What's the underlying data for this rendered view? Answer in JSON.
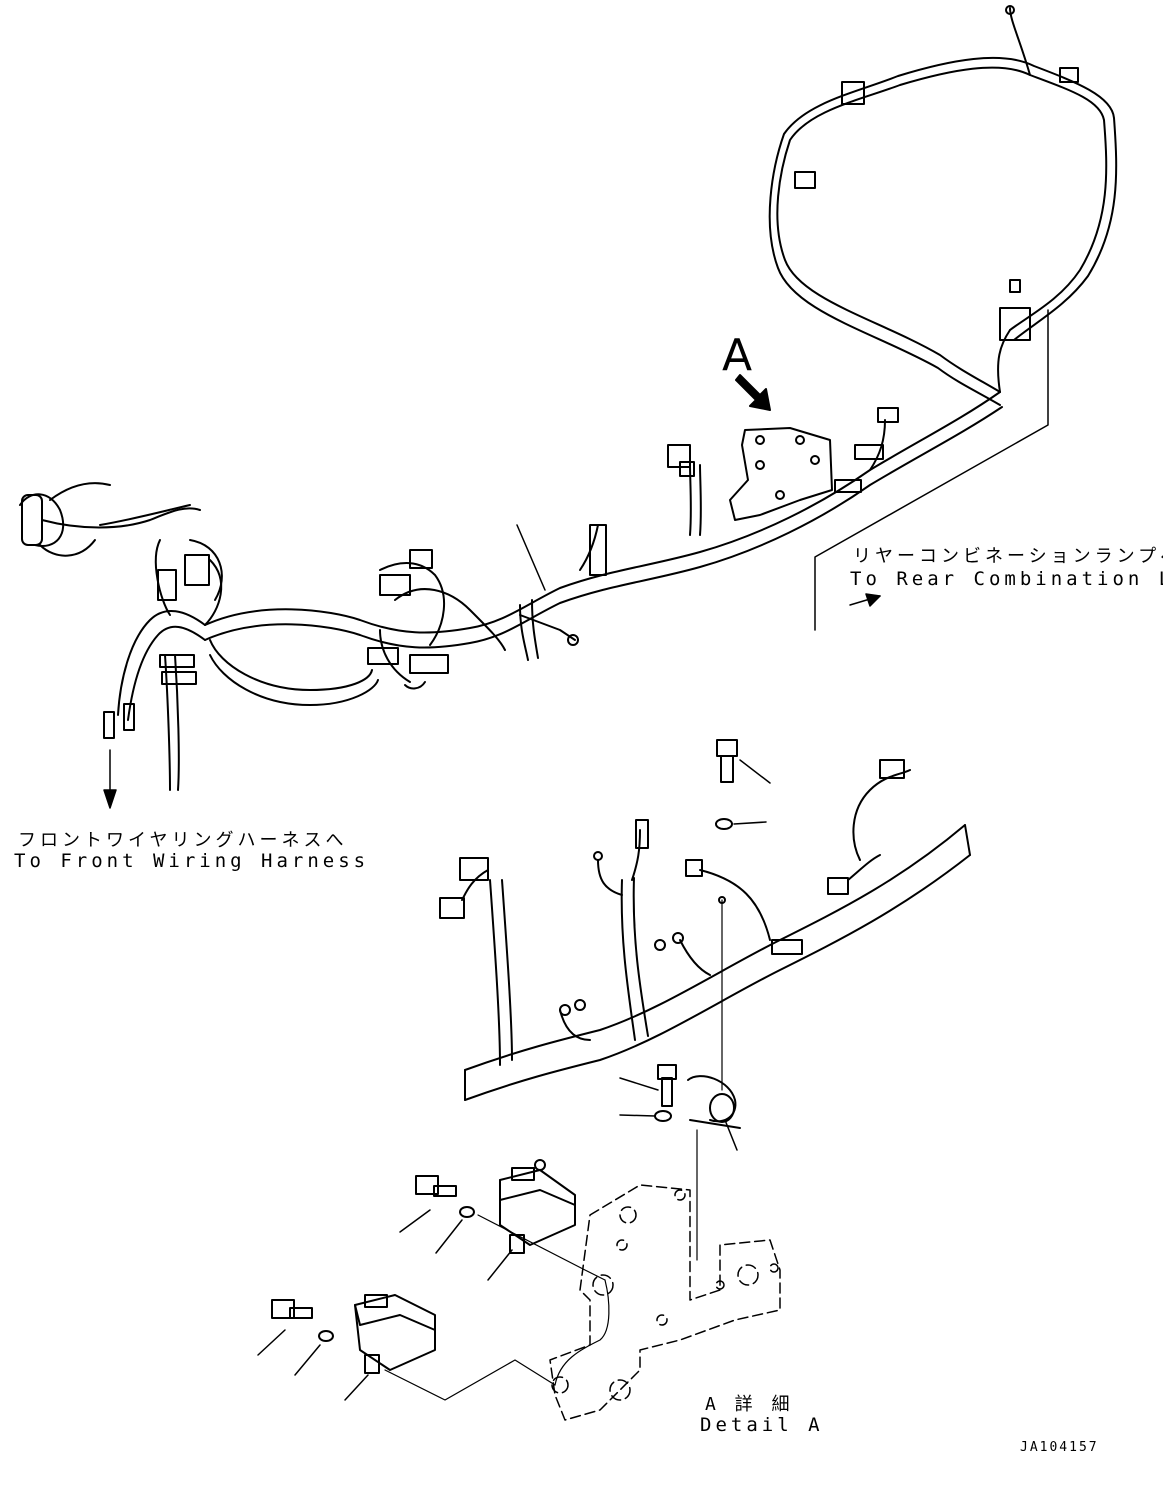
{
  "labels": {
    "view_marker": "A",
    "rear_lamp_jp": "リヤーコンビネーションランプへ",
    "rear_lamp_en": "To Rear Combination Lamp",
    "front_harness_jp": "フロントワイヤリングハーネスへ",
    "front_harness_en": "To Front Wiring Harness",
    "detail_jp": "A 詳 細",
    "detail_en": "Detail A",
    "figure_id": "JA104157"
  },
  "colors": {
    "line": "#000000",
    "background": "#ffffff"
  }
}
